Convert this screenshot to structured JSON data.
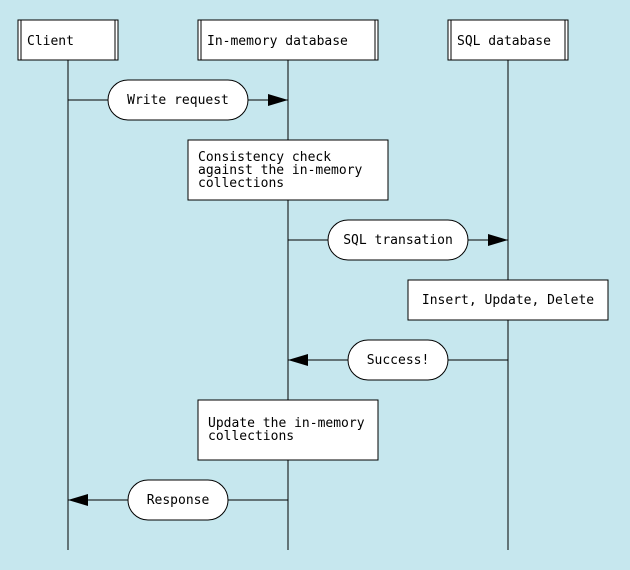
{
  "participants": {
    "client": "Client",
    "memory": "In-memory database",
    "sql": "SQL database"
  },
  "messages": {
    "write_request": "Write request",
    "sql_transaction": "SQL transation",
    "success": "Success!",
    "response": "Response"
  },
  "notes": {
    "consistency": [
      "Consistency check",
      "against the in-memory",
      "collections"
    ],
    "insert": [
      "Insert, Update, Delete"
    ],
    "update": [
      "Update the in-memory",
      "collections"
    ]
  },
  "colors": {
    "background": "#c6e7ee",
    "box": "#ffffff",
    "stroke": "#000000"
  }
}
